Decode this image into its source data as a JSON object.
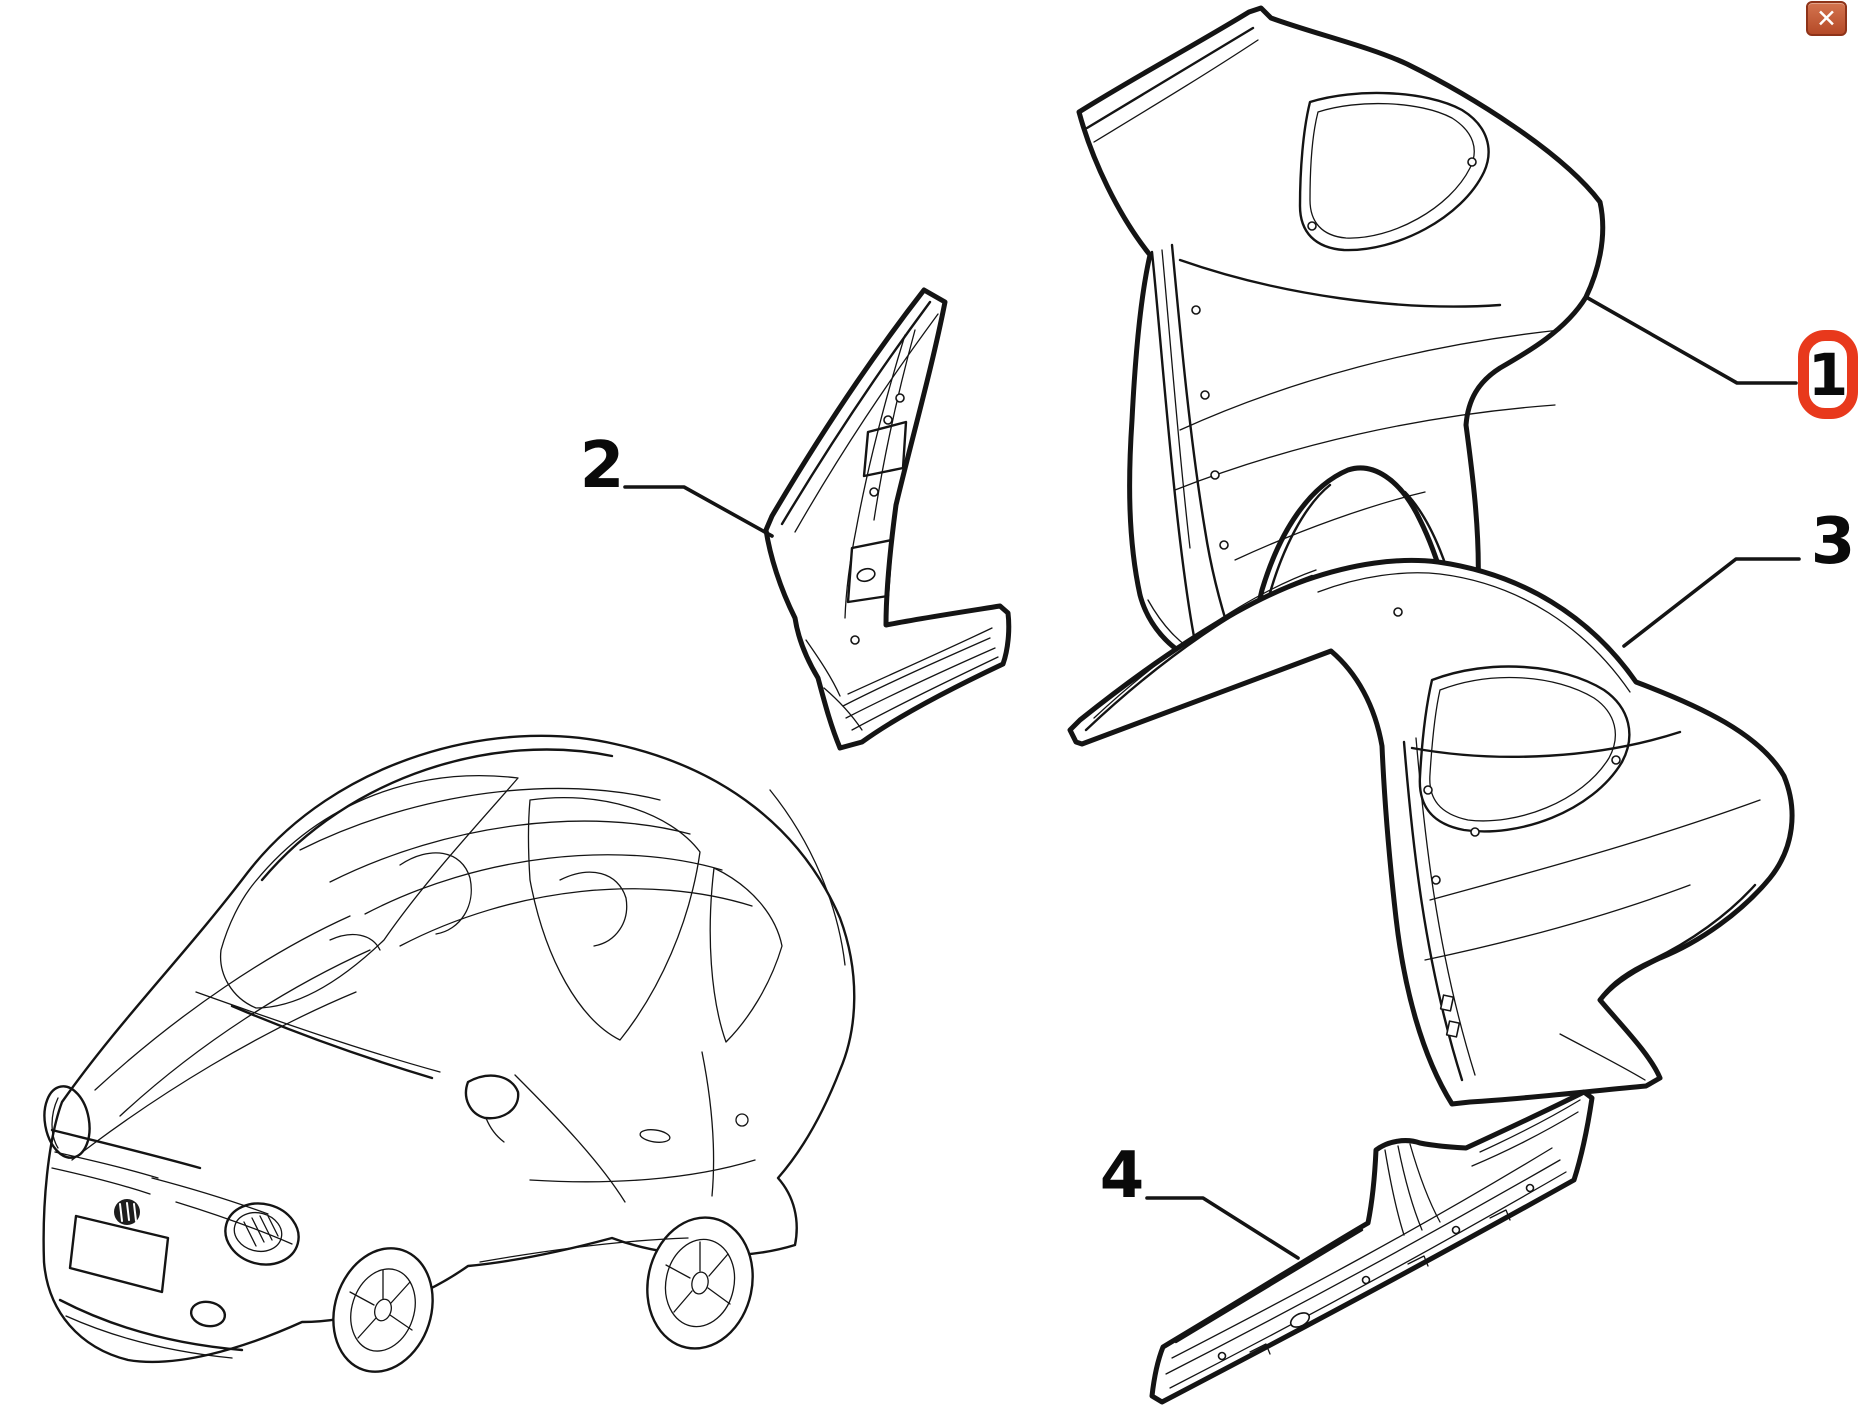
{
  "window": {
    "close_symbol": "✕"
  },
  "callouts": {
    "c1": {
      "label": "1",
      "highlighted": true
    },
    "c2": {
      "label": "2",
      "highlighted": false
    },
    "c3": {
      "label": "3",
      "highlighted": false
    },
    "c4": {
      "label": "4",
      "highlighted": false
    }
  },
  "colors": {
    "background": "#ffffff",
    "line": "#141414",
    "highlight_box": "#e8391c",
    "close_button_top": "#d4744f",
    "close_button_bottom": "#b54a28",
    "close_button_border": "#8e3319",
    "close_icon": "#ffffff",
    "label_text": "#0a0a0a"
  }
}
